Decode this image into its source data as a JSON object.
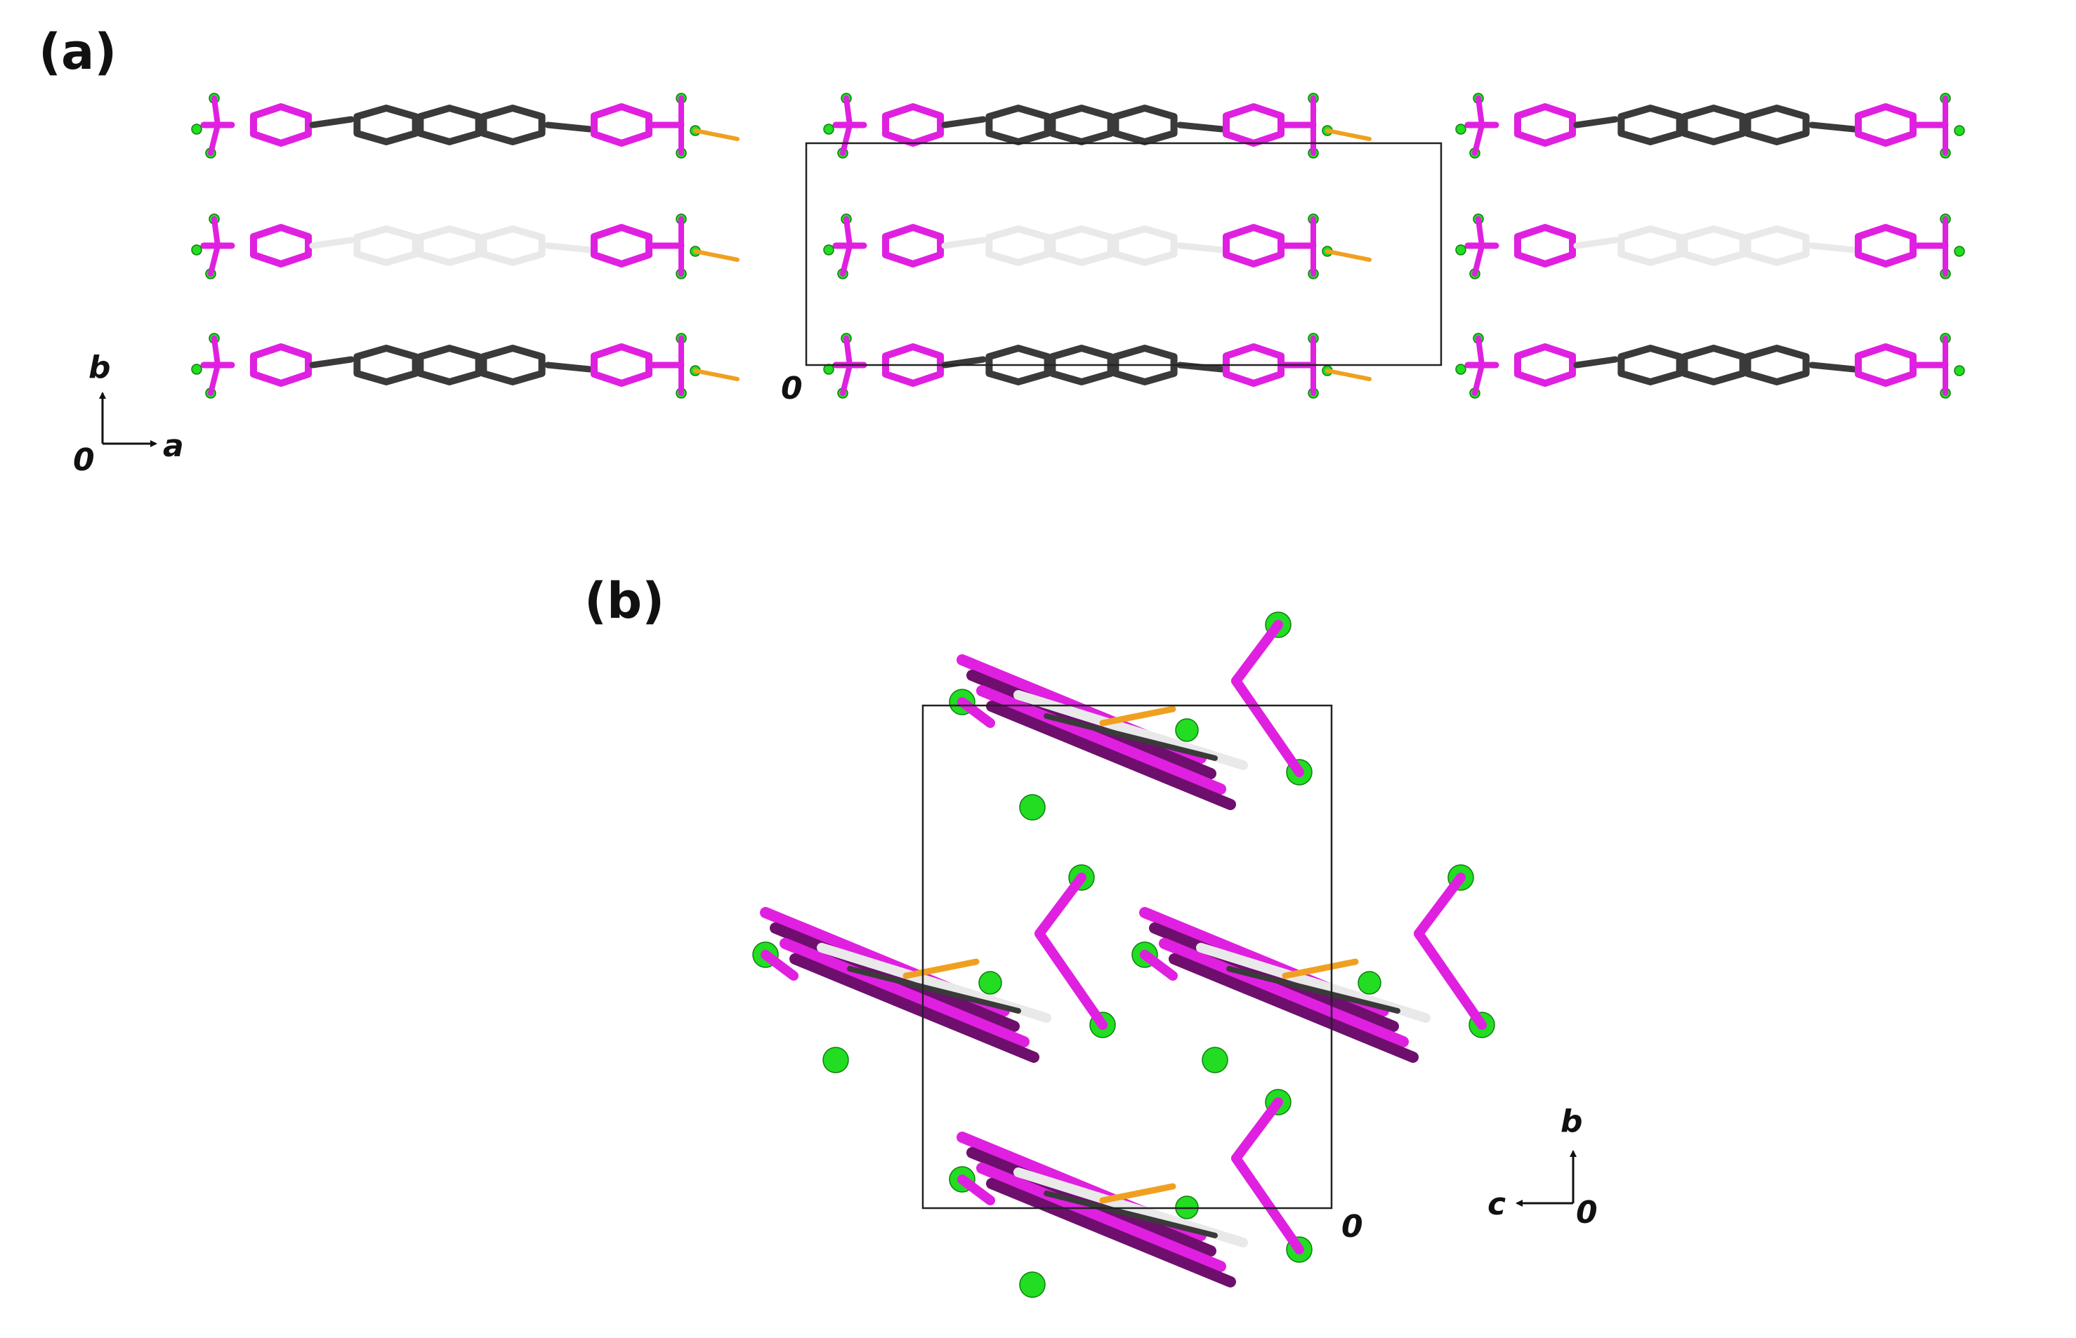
{
  "panels": [
    {
      "label": "(a)",
      "axes": {
        "vertical": "b",
        "horizontal": "a",
        "origin": "0"
      },
      "cell_origin_label": "0"
    },
    {
      "label": "(b)",
      "axes": {
        "vertical": "b",
        "horizontal": "c",
        "origin": "0"
      },
      "cell_origin_label": "0"
    }
  ],
  "colors": {
    "fluorinated_ring": "#e020e0",
    "fluorinated_ring_dark": "#6e0f6e",
    "fluorine_atom": "#22dd22",
    "fluorine_atom_dark": "#0d7f0d",
    "core_light": "#e9e9e9",
    "core_dark": "#3a3a3a",
    "linker": "#f0a020",
    "unit_cell": "#222222"
  }
}
